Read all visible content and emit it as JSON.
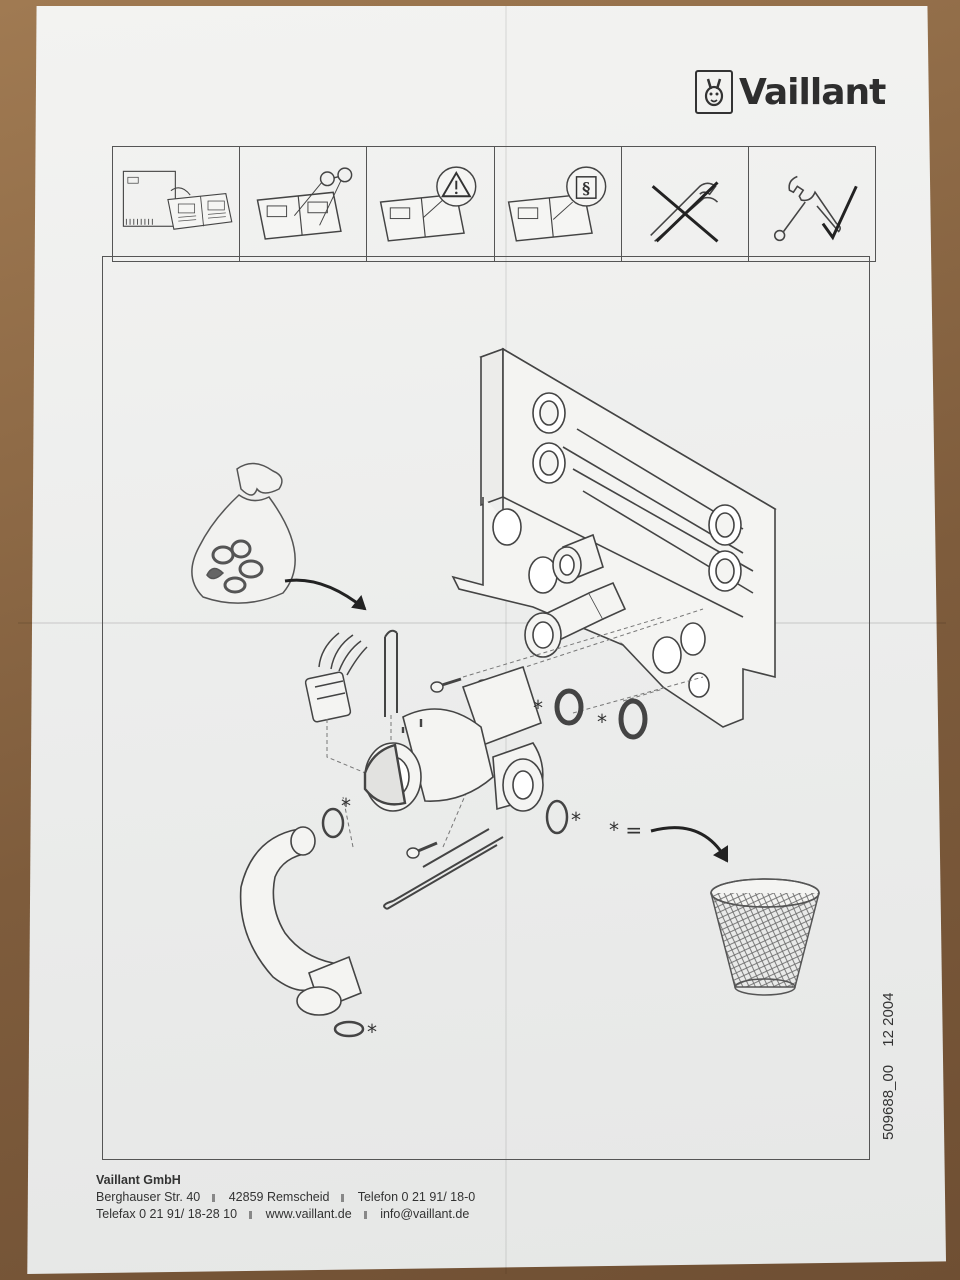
{
  "brand": {
    "name": "Vaillant",
    "mark_icon": "hare-logo-icon"
  },
  "pictograms": [
    {
      "icon": "boiler-and-manual-icon"
    },
    {
      "icon": "read-manual-glasses-icon"
    },
    {
      "icon": "manual-warning-icon"
    },
    {
      "icon": "manual-regulations-icon"
    },
    {
      "icon": "no-pliers-icon"
    },
    {
      "icon": "wrench-ok-icon"
    }
  ],
  "drawing": {
    "asterisk": "*",
    "dispose_legend": "* ="
  },
  "document": {
    "number": "509688_00",
    "date": "12 2004"
  },
  "footer": {
    "company": "Vaillant GmbH",
    "street": "Berghauser Str. 40",
    "city": "42859 Remscheid",
    "phone": "Telefon 0 21 91/ 18-0",
    "fax": "Telefax 0 21 91/ 18-28 10",
    "web": "www.vaillant.de",
    "email": "info@vaillant.de"
  }
}
